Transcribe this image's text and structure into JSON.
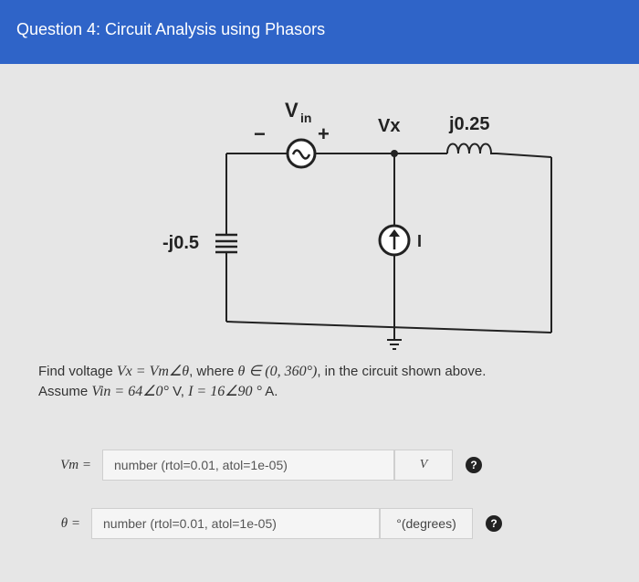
{
  "header": {
    "title": "Question 4: Circuit Analysis using Phasors"
  },
  "circuit": {
    "vin_label": "V",
    "vin_sub": "in",
    "minus": "−",
    "plus": "+",
    "vx_label": "Vx",
    "inductor_label": "j0.25",
    "capacitor_label": "-j0.5",
    "current_label": "I"
  },
  "problem": {
    "line1_pre": "Find voltage ",
    "line1_math": "Vx = Vm∠θ",
    "line1_mid": ", where ",
    "line1_math2": "θ ∈ (0, 360°)",
    "line1_post": ", in the circuit shown above.",
    "line2_pre": "Assume ",
    "line2_math": "Vin = 64∠0°",
    "line2_mid": " V, ",
    "line2_math2": "I = 16∠90 °",
    "line2_post": " A."
  },
  "inputs": {
    "vm_label": "Vm =",
    "vm_placeholder": "number (rtol=0.01, atol=1e-05)",
    "vm_unit": "V",
    "theta_label": "θ =",
    "theta_placeholder": "number (rtol=0.01, atol=1e-05)",
    "theta_unit": "°(degrees)",
    "help": "?"
  }
}
